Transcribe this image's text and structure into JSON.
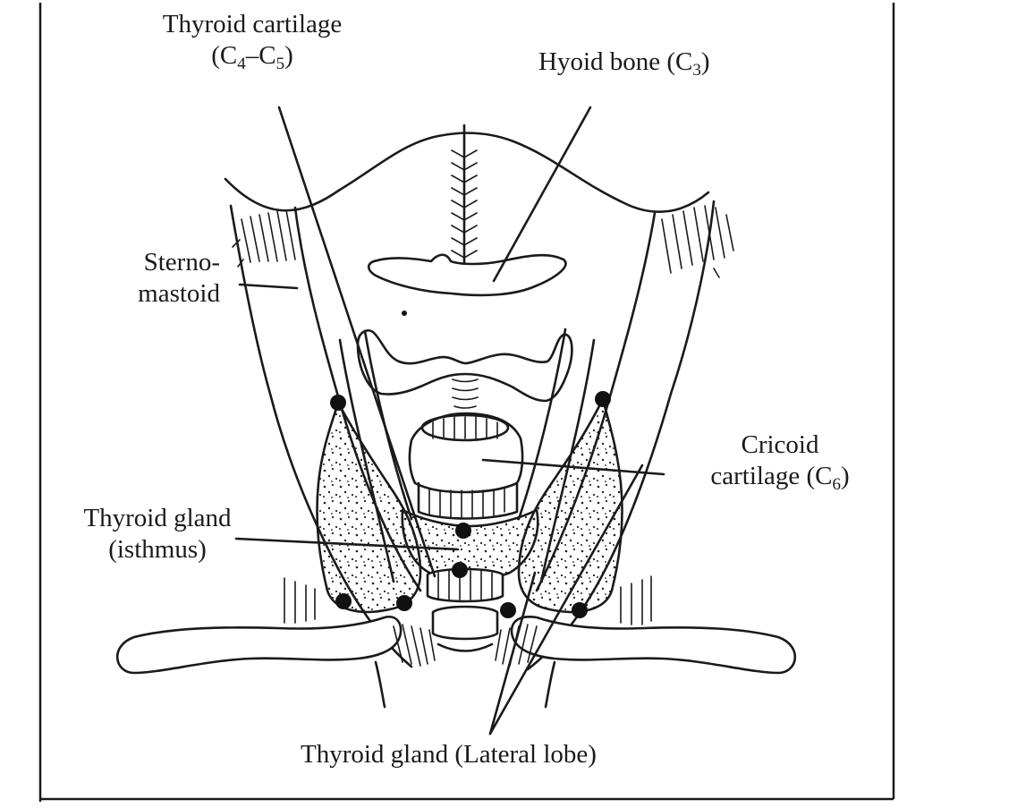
{
  "labels": {
    "thyroid_cartilage": {
      "name": "Thyroid cartilage",
      "level_prefix": "(C",
      "level_sub_a": "4",
      "level_dash": "–C",
      "level_sub_b": "5",
      "level_suffix": ")"
    },
    "hyoid_bone": {
      "name": "Hyoid bone (C",
      "level_sub": "3",
      "level_suffix": ")"
    },
    "sternomastoid": {
      "line1": "Sterno-",
      "line2": "mastoid"
    },
    "cricoid_cartilage": {
      "line1": "Cricoid",
      "line2_prefix": "cartilage (C",
      "line2_sub": "6",
      "line2_suffix": ")"
    },
    "thyroid_gland_isthmus": {
      "line1": "Thyroid gland",
      "line2": "(isthmus)"
    },
    "thyroid_gland_lateral_lobe": {
      "name": "Thyroid gland (Lateral lobe)"
    }
  },
  "colors": {
    "ink": "#1a1a1a",
    "paper": "#ffffff"
  }
}
